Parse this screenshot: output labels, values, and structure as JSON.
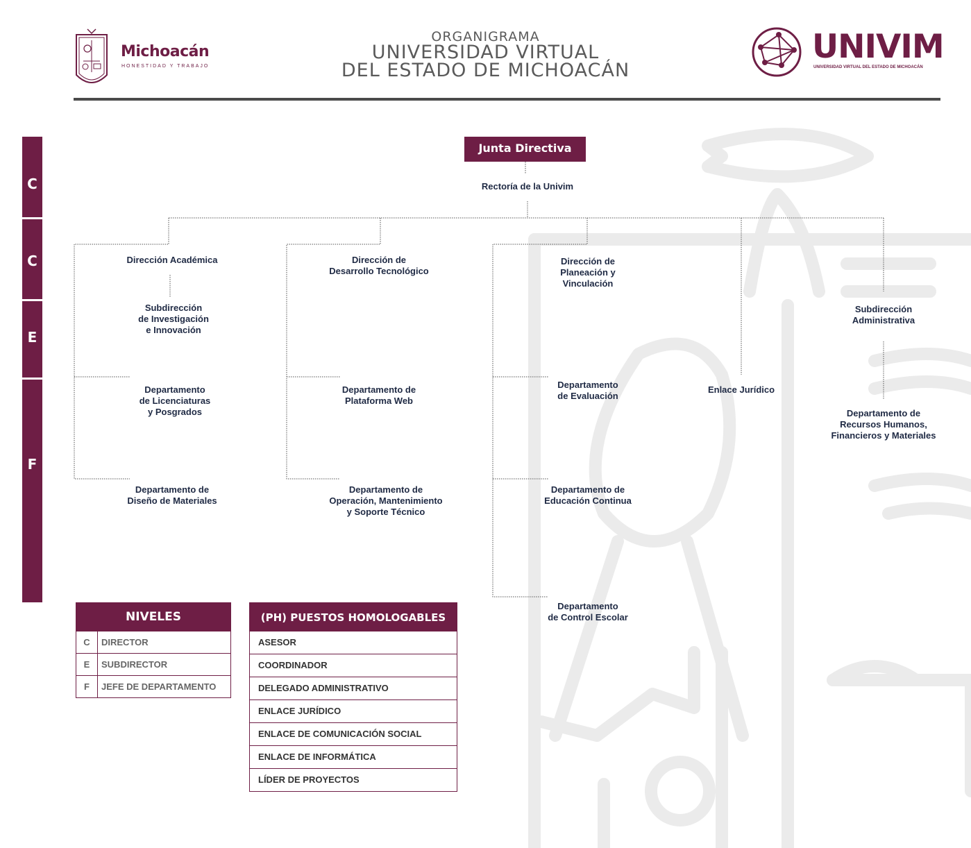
{
  "header": {
    "logo_left": {
      "name": "Michoacán",
      "tagline": "HONESTIDAD Y TRABAJO"
    },
    "title_small": "ORGANIGRAMA",
    "title_line1": "UNIVERSIDAD VIRTUAL",
    "title_line2": "DEL ESTADO DE MICHOACÁN",
    "logo_right": {
      "name": "UNIVIM",
      "tagline": "UNIVERSIDAD VIRTUAL DEL ESTADO DE MICHOACÁN"
    }
  },
  "levels_bar": [
    "C",
    "C",
    "E",
    "F"
  ],
  "org": {
    "junta": "Junta Directiva",
    "rectoria": "Rectoría de la Univim",
    "dir_academica": "Dirección Académica",
    "sub_investigacion": "Subdirección\nde Investigación\ne Innovación",
    "depto_licenciaturas": "Departamento\nde Licenciaturas\ny Posgrados",
    "depto_diseno": "Departamento de\nDiseño de Materiales",
    "dir_tecnologico": "Dirección de\nDesarrollo Tecnológico",
    "depto_plataforma": "Departamento de\nPlataforma Web",
    "depto_operacion": "Departamento de\nOperación,  Mantenimiento\ny Soporte Técnico",
    "dir_planeacion": "Dirección de\nPlaneación y\nVinculación",
    "depto_evaluacion": "Departamento\nde Evaluación",
    "depto_educacion": "Departamento de\nEducación Continua",
    "depto_control": "Departamento\nde Control Escolar",
    "enlace_juridico": "Enlace Jurídico",
    "sub_administrativa": "Subdirección\nAdministrativa",
    "depto_recursos": "Departamento de\nRecursos Humanos,\nFinancieros y Materiales"
  },
  "niveles": {
    "title": "NIVELES",
    "rows": [
      {
        "code": "C",
        "name": "DIRECTOR"
      },
      {
        "code": "E",
        "name": "SUBDIRECTOR"
      },
      {
        "code": "F",
        "name": "JEFE DE DEPARTAMENTO"
      }
    ]
  },
  "puestos": {
    "title": "(PH) PUESTOS HOMOLOGABLES",
    "rows": [
      "ASESOR",
      "COORDINADOR",
      "DELEGADO ADMINISTRATIVO",
      "ENLACE JURÍDICO",
      "ENLACE DE COMUNICACIÓN SOCIAL",
      "ENLACE DE INFORMÁTICA",
      "LÍDER DE PROYECTOS"
    ]
  },
  "colors": {
    "brand": "#6e1e45",
    "text": "#1f2a44",
    "watermark": "#e9e9e9"
  }
}
